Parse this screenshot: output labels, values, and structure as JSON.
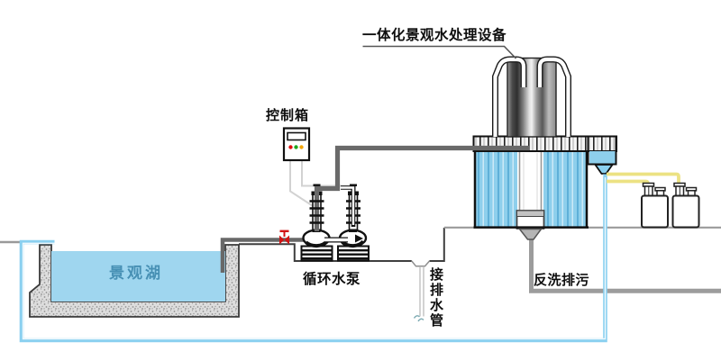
{
  "labels": {
    "treatment_unit": "一体化景观水处理设备",
    "control_box": "控制箱",
    "circulating_pumps": "循环水泵",
    "drain_pipe": "接排水管",
    "backwash_drain": "反洗排污",
    "lake": "景观湖"
  },
  "control_box": {
    "indicator_lights": [
      "red",
      "green",
      "yellow"
    ]
  },
  "equipment_counts": {
    "circulating_pumps": "2",
    "dosing_tanks": "2"
  },
  "colors": {
    "lake_water": "#9fd6ef",
    "tank_water": "#8ecfec",
    "supply_pipe": "#6a6a6a",
    "return_pipe": "#8ad0f0",
    "dosing_pipe": "#ece283",
    "backwash_pipe": "#9c9c9c",
    "valve": "#d11414",
    "lake_label_text": "#4790b4"
  }
}
